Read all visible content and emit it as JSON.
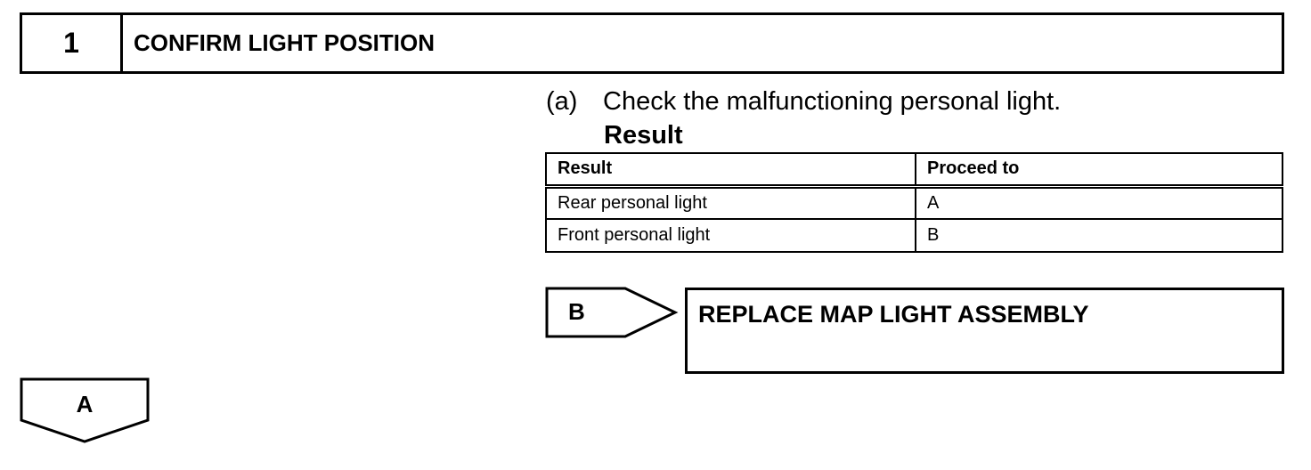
{
  "step": {
    "number": "1",
    "title": "CONFIRM LIGHT POSITION"
  },
  "instruction": {
    "marker": "(a)",
    "text": "Check the malfunctioning personal light.",
    "result_heading": "Result"
  },
  "result_table": {
    "headers": [
      "Result",
      "Proceed to"
    ],
    "rows": [
      [
        "Rear personal light",
        "A"
      ],
      [
        "Front personal light",
        "B"
      ]
    ]
  },
  "branch_b": {
    "label": "B",
    "action": "REPLACE MAP LIGHT ASSEMBLY"
  },
  "branch_a": {
    "label": "A"
  }
}
